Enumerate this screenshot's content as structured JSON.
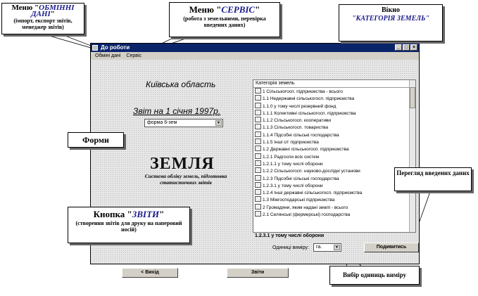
{
  "window": {
    "title": "До роботи"
  },
  "menu": {
    "items": [
      "Обміні дані",
      "Сервіс"
    ]
  },
  "main": {
    "region": "Київська область",
    "report_title": "Звіт на 1 січня  1997р.",
    "form_select": "форма 6-зем",
    "land_title": "ЗЕМЛЯ",
    "land_subtitle": "Система обліку земель, підготовка статистичних звітів"
  },
  "category_list": {
    "header": "Категорія земель",
    "rows": [
      "1   Сільськогосп. підприємства - всього",
      "1.1    Недержавні сільськогосп. підприємства",
      "1.1.0      у тому числі резервний фонд",
      "1.1.1    Колективні сільськогосп. підприємства",
      "1.1.2    Сільськогосп. кооперативи",
      "1.1.3    Сільськогосп. товариства",
      "1.1.4    Підсобні сільські господарства",
      "1.1.5    Інші с/г підприємства",
      "1.2    Державні сільськогосп. підприємства",
      "1.2.1    Радгоспи всіх систем",
      "1.2.1.1      у тому числі оборони",
      "1.2.2    Сільськогосп. науково-дослідні установи",
      "1.2.3    Підсобні сільські господарства",
      "1.2.3.1      у тому числі оборони",
      "1.2.4    Інші державні сільськогосп. підприємства",
      "1.3    Міжгосподарські підприємства",
      "2   Громадяни, яким надані землі - всього",
      "2.1    Селянські (фермерські) господарства"
    ],
    "selected_label": "1.2.3.1        у тому числі оборони"
  },
  "unit": {
    "label": "Одиниці виміру:",
    "value": "га."
  },
  "buttons": {
    "view": "Подивитись",
    "exit": "< Вихід",
    "reports": "Звіти"
  },
  "callouts": {
    "exchange": {
      "prefix": "Меню \"",
      "name": "ОБМІННІ ДАНІ",
      "suffix": "\"",
      "text": "(імпорт, експорт звітів, менеджер звітів)"
    },
    "service": {
      "prefix": "Меню \"",
      "name": "СЕРВІС",
      "suffix": "\"",
      "text": "(робота з земельними, перевірка введених даних)"
    },
    "category": {
      "title": "Вікно",
      "name": "\"КАТЕГОРІЯ ЗЕМЕЛЬ\""
    },
    "forms": {
      "text": "Форми"
    },
    "view": {
      "text": "Перегляд введених даних"
    },
    "reports": {
      "prefix": "Кнопка \"",
      "name": "ЗВІТИ",
      "suffix": "\"",
      "text": "(створення звітів для друку на паперовий носій)"
    },
    "unit": {
      "text": "Вибір одиниць виміру"
    }
  },
  "colors": {
    "titlebar": "#0a246a",
    "callout_name": "#1a1a8c"
  }
}
